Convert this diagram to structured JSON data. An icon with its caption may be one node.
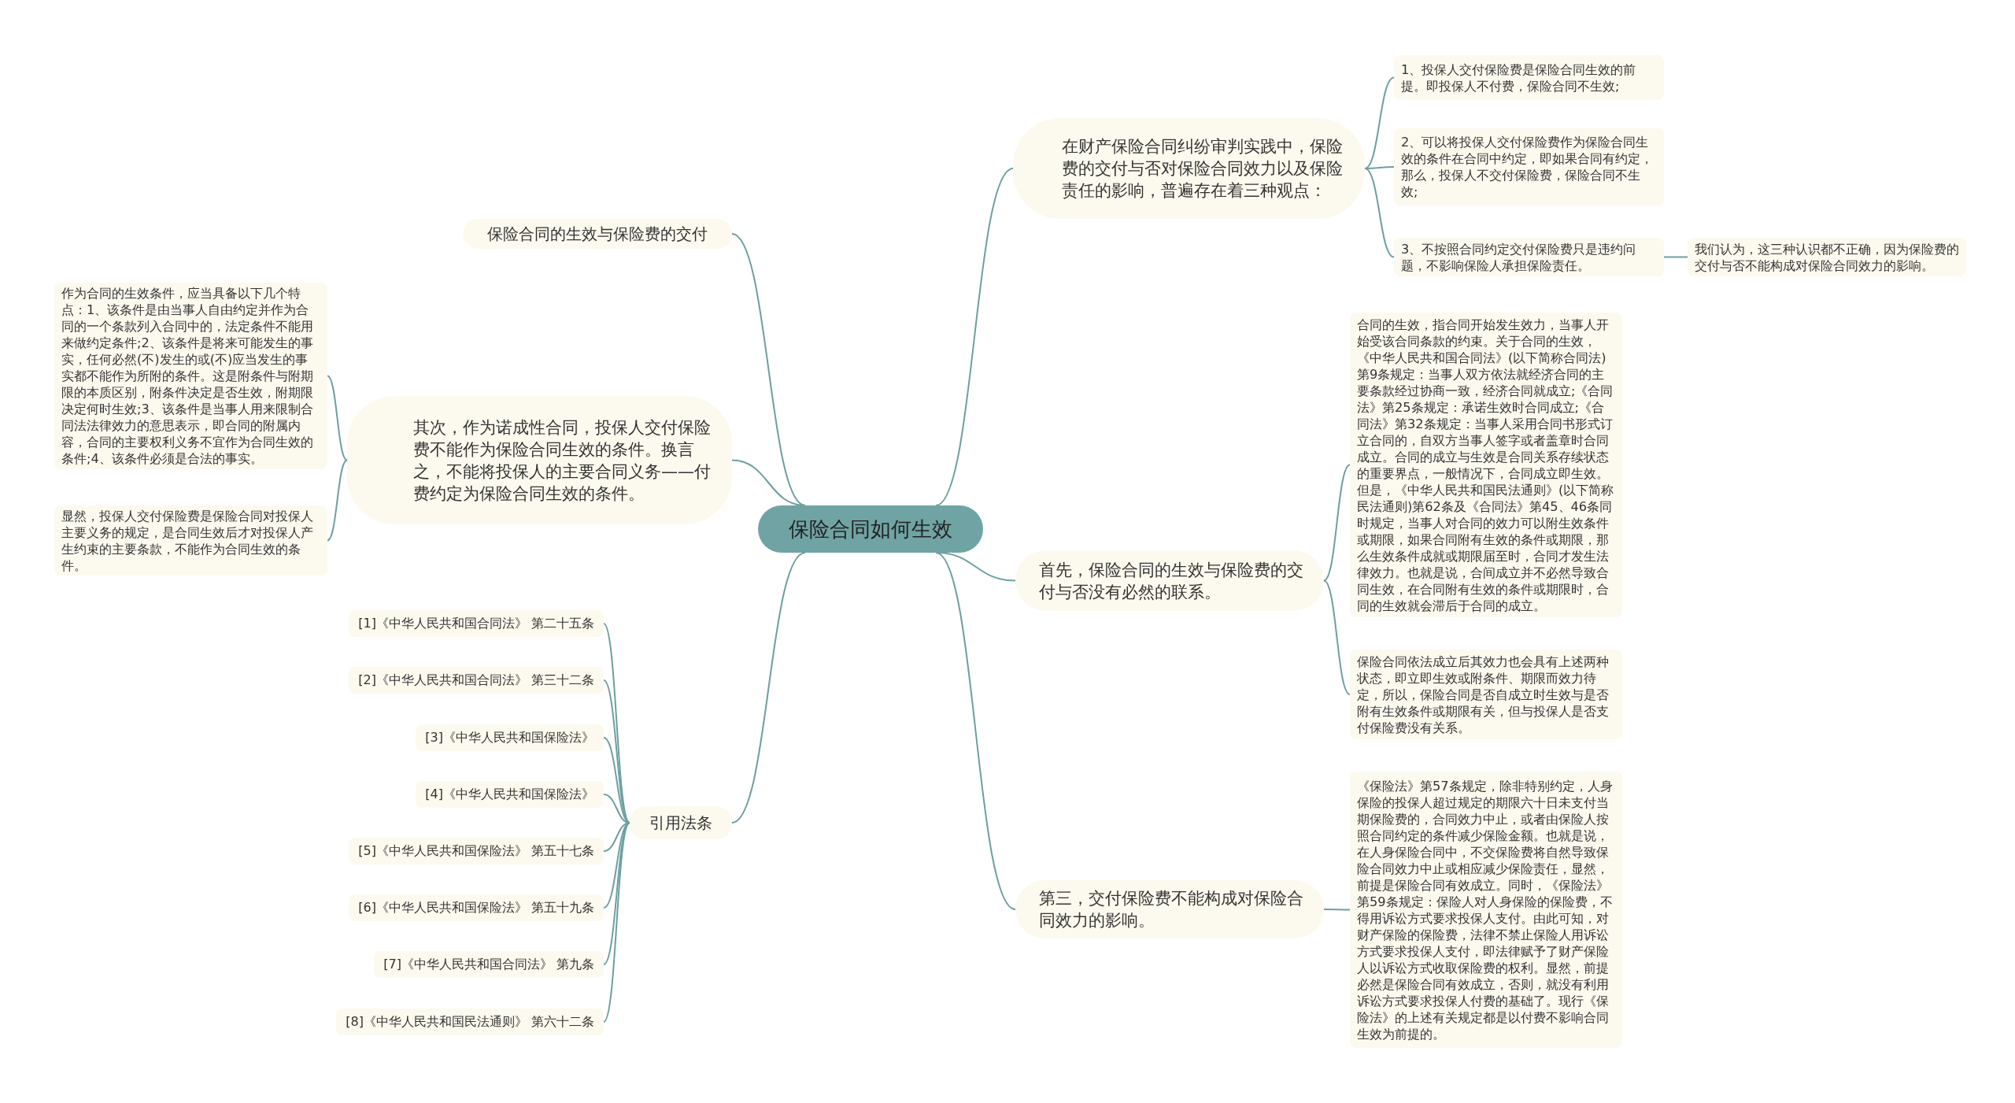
{
  "diagram": {
    "nodes": [
      {
        "text": [
          "保险合同如何生效"
        ]
      },
      {
        "text": [
          "保险合同的生效与保险费的交付"
        ]
      },
      {
        "text": [
          "其次，作为诺成性合同，投保人交付保险费不能作为保险合同生效的条件。换言之，不能将投保人的主要合同义务——付费约定为保险合同生效的条件。"
        ]
      },
      {
        "text": [
          "作为合同的生效条件，应当具备以下几个特点：1、该条件是由当事人自由约定并作为合同的一个条款列入合同中的，法定条件不能用来做约定条件;2、该条件是将来可能发生的事实，任何必然(不)发生的或(不)应当发生的事实都不能作为所附的条件。这是附条件与附期限的本质区别，附条件决定是否生效，附期限决定何时生效;3、该条件是当事人用来限制合同法法律效力的意思表示，即合同的附属内容，合同的主要权利义务不宜作为合同生效的条件;4、该条件必须是合法的事实。"
        ]
      },
      {
        "text": [
          "显然，投保人交付保险费是保险合同对投保人主要义务的规定，是合同生效后才对投保人产生约束的主要条款，不能作为合同生效的条件。"
        ]
      },
      {
        "text": [
          "引用法条"
        ]
      },
      {
        "text": [
          "[1]《中华人民共和国合同法》 第二十五条"
        ]
      },
      {
        "text": [
          "[2]《中华人民共和国合同法》 第三十二条"
        ]
      },
      {
        "text": [
          "[3]《中华人民共和国保险法》"
        ]
      },
      {
        "text": [
          "[4]《中华人民共和国保险法》"
        ]
      },
      {
        "text": [
          "[5]《中华人民共和国保险法》 第五十七条"
        ]
      },
      {
        "text": [
          "[6]《中华人民共和国保险法》 第五十九条"
        ]
      },
      {
        "text": [
          "[7]《中华人民共和国合同法》 第九条"
        ]
      },
      {
        "text": [
          "[8]《中华人民共和国民法通则》 第六十二条"
        ]
      },
      {
        "text": [
          "在财产保险合同纠纷审判实践中，保险费的交付与否对保险合同效力以及保险责任的影响，普遍存在着三种观点："
        ]
      },
      {
        "text": [
          "1、投保人交付保险费是保险合同生效的前提。即投保人不付费，保险合同不生效;"
        ]
      },
      {
        "text": [
          "2、可以将投保人交付保险费作为保险合同生效的条件在合同中约定，即如果合同有约定，那么，投保人不交付保险费，保险合同不生效;"
        ]
      },
      {
        "text": [
          "3、不按照合同约定交付保险费只是违约问题，不影响保险人承担保险责任。"
        ]
      },
      {
        "text": [
          "我们认为，这三种认识都不正确，因为保险费的交付与否不能构成对保险合同效力的影响。"
        ]
      },
      {
        "text": [
          "首先，保险合同的生效与保险费的交付与否没有必然的联系。"
        ]
      },
      {
        "text": [
          "合同的生效，指合同开始发生效力，当事人开始受该合同条款的约束。关于合同的生效，《中华人民共和国合同法》(以下简称合同法)第9条规定：当事人双方依法就经济合同的主要条款经过协商一致，经济合同就成立;《合同法》第25条规定：承诺生效时合同成立;《合同法》第32条规定：当事人采用合同书形式订立合同的，自双方当事人签字或者盖章时合同成立。合同的成立与生效是合同关系存续状态的重要界点，一般情况下，合同成立即生效。但是，《中华人民共和国民法通则》(以下简称民法通则)第62条及《合同法》第45、46条同时规定，当事人对合同的效力可以附生效条件或期限，如果合同附有生效的条件或期限，那么生效条件成就或期限届至时，合同才发生法律效力。也就是说，合间成立并不必然导致合同生效，在合同附有生效的条件或期限时，合同的生效就会滞后于合同的成立。"
        ]
      },
      {
        "text": [
          "保险合同依法成立后其效力也会具有上述两种状态，即立即生效或附条件、期限而效力待定，所以，保险合同是否自成立时生效与是否附有生效条件或期限有关，但与投保人是否支付保险费没有关系。"
        ]
      },
      {
        "text": [
          "第三，交付保险费不能构成对保险合同效力的影响。"
        ]
      },
      {
        "text": [
          "《保险法》第57条规定，除非特别约定，人身保险的投保人超过规定的期限六十日未支付当期保险费的，合同效力中止，或者由保险人按照合同约定的条件减少保险金额。也就是说，在人身保险合同中，不交保险费将自然导致保险合同效力中止或相应减少保险责任，显然，前提是保险合同有效成立。同时，《保险法》第59条规定：保险人对人身保险的保险费，不得用诉讼方式要求投保人支付。由此可知，对财产保险的保险费，法律不禁止保险人用诉讼方式要求投保人支付，即法律赋予了财产保险人以诉讼方式收取保险费的权利。显然，前提必然是保险合同有效成立，否则，就没有利用诉讼方式要求投保人付费的基础了。现行《保险法》的上述有关规定都是以付费不影响合同生效为前提的。"
        ]
      }
    ],
    "edges": [
      {
        "from": 0,
        "to": 1,
        "arrow": "none"
      },
      {
        "from": 0,
        "to": 2,
        "arrow": "none"
      },
      {
        "from": 2,
        "to": 3,
        "arrow": "none"
      },
      {
        "from": 2,
        "to": 4,
        "arrow": "none"
      },
      {
        "from": 0,
        "to": 5,
        "arrow": "none"
      },
      {
        "from": 5,
        "to": 6,
        "arrow": "none"
      },
      {
        "from": 5,
        "to": 7,
        "arrow": "none"
      },
      {
        "from": 5,
        "to": 8,
        "arrow": "none"
      },
      {
        "from": 5,
        "to": 9,
        "arrow": "none"
      },
      {
        "from": 5,
        "to": 10,
        "arrow": "none"
      },
      {
        "from": 5,
        "to": 11,
        "arrow": "none"
      },
      {
        "from": 5,
        "to": 12,
        "arrow": "none"
      },
      {
        "from": 5,
        "to": 13,
        "arrow": "none"
      },
      {
        "from": 0,
        "to": 14,
        "arrow": "none"
      },
      {
        "from": 14,
        "to": 15,
        "arrow": "none"
      },
      {
        "from": 14,
        "to": 16,
        "arrow": "none"
      },
      {
        "from": 14,
        "to": 17,
        "arrow": "none"
      },
      {
        "from": 17,
        "to": 18,
        "arrow": "none"
      },
      {
        "from": 0,
        "to": 19,
        "arrow": "none"
      },
      {
        "from": 19,
        "to": 20,
        "arrow": "none"
      },
      {
        "from": 19,
        "to": 21,
        "arrow": "none"
      },
      {
        "from": 0,
        "to": 22,
        "arrow": "none"
      },
      {
        "from": 22,
        "to": 23,
        "arrow": "none"
      }
    ]
  }
}
